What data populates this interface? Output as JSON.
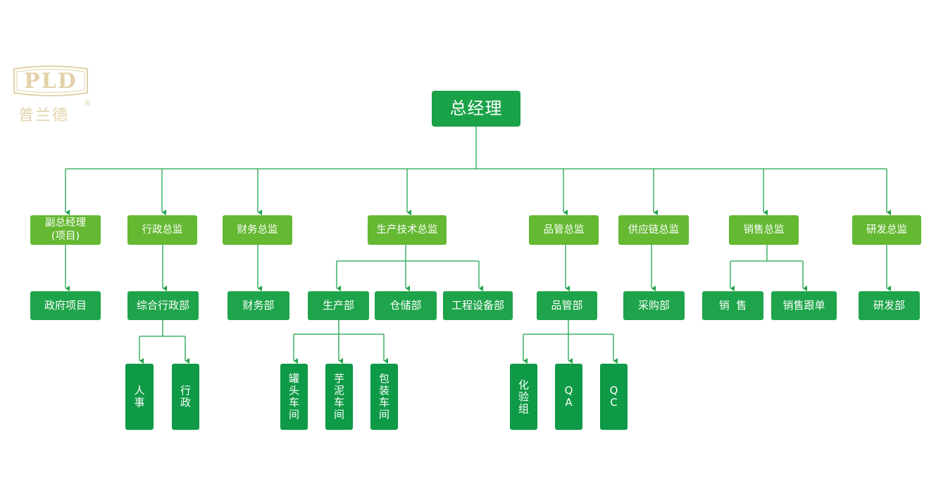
{
  "logo": {
    "mark": "PLD",
    "name": "普兰德",
    "reg": "®"
  },
  "colors": {
    "root": "#1aa248",
    "level2": "#64b832",
    "level3": "#1ea44a",
    "level4": "#0e9a46",
    "line": "#1ea44a",
    "logo": "#e3d2aa"
  },
  "org": {
    "root": "总经理",
    "level2": [
      "副总经理\n(项目)",
      "行政总监",
      "财务总监",
      "生产技术总监",
      "品管总监",
      "供应链总监",
      "销售总监",
      "研发总监"
    ],
    "level3": [
      "政府项目",
      "综合行政部",
      "财务部",
      "生产部",
      "仓储部",
      "工程设备部",
      "品管部",
      "采购部",
      "销  售",
      "销售跟单",
      "研发部"
    ],
    "level4": [
      [
        "人",
        "事"
      ],
      [
        "行",
        "政"
      ],
      [
        "罐",
        "头",
        "车",
        "间"
      ],
      [
        "芋",
        "泥",
        "车",
        "间"
      ],
      [
        "包",
        "装",
        "车",
        "间"
      ],
      [
        "化",
        "验",
        "组"
      ],
      [
        "Q",
        "A"
      ],
      [
        "Q",
        "C"
      ]
    ]
  }
}
